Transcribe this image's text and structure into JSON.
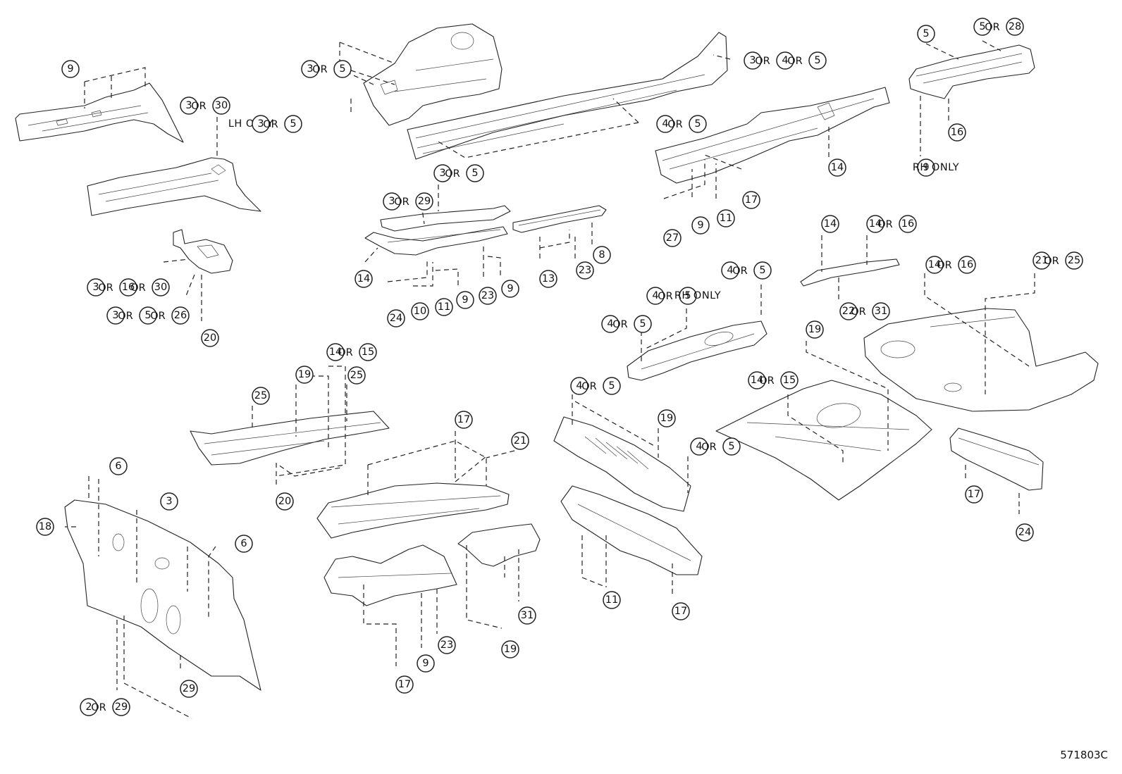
{
  "diagram_id": "571803C",
  "or_word": "OR",
  "callouts": [
    {
      "items": [
        "9"
      ]
    },
    {
      "items": [
        "3",
        "5"
      ]
    },
    {
      "prefix": "LH ONLY",
      "items": [
        "3",
        "5"
      ]
    },
    {
      "items": [
        "3",
        "30"
      ]
    },
    {
      "items": [
        "3",
        "4",
        "5"
      ]
    },
    {
      "items": [
        "4",
        "5"
      ]
    },
    {
      "items": [
        "5"
      ]
    },
    {
      "items": [
        "5",
        "28"
      ]
    },
    {
      "items": [
        "16"
      ]
    },
    {
      "items": [
        "9"
      ],
      "suffix": "RH ONLY"
    },
    {
      "items": [
        "14"
      ]
    },
    {
      "items": [
        "17"
      ]
    },
    {
      "items": [
        "27"
      ]
    },
    {
      "items": [
        "9"
      ]
    },
    {
      "items": [
        "11"
      ]
    },
    {
      "items": [
        "3",
        "5"
      ]
    },
    {
      "items": [
        "3",
        "29"
      ]
    },
    {
      "items": [
        "14"
      ]
    },
    {
      "items": [
        "24"
      ]
    },
    {
      "items": [
        "10"
      ]
    },
    {
      "items": [
        "11"
      ]
    },
    {
      "items": [
        "9"
      ]
    },
    {
      "items": [
        "23"
      ]
    },
    {
      "items": [
        "9"
      ]
    },
    {
      "items": [
        "13"
      ]
    },
    {
      "items": [
        "23"
      ]
    },
    {
      "items": [
        "8"
      ]
    },
    {
      "items": [
        "3",
        "16",
        "30"
      ]
    },
    {
      "items": [
        "3",
        "5",
        "26"
      ]
    },
    {
      "items": [
        "20"
      ]
    },
    {
      "items": [
        "14"
      ]
    },
    {
      "items": [
        "14",
        "16"
      ]
    },
    {
      "items": [
        "4",
        "5"
      ]
    },
    {
      "items": [
        "4",
        "5"
      ],
      "suffix": "RH ONLY"
    },
    {
      "items": [
        "4",
        "5"
      ]
    },
    {
      "items": [
        "22",
        "31"
      ]
    },
    {
      "items": [
        "14",
        "16"
      ]
    },
    {
      "items": [
        "21",
        "25"
      ]
    },
    {
      "items": [
        "19"
      ]
    },
    {
      "items": [
        "14",
        "15"
      ]
    },
    {
      "items": [
        "14",
        "15"
      ]
    },
    {
      "items": [
        "19"
      ]
    },
    {
      "items": [
        "25"
      ]
    },
    {
      "items": [
        "25"
      ]
    },
    {
      "items": [
        "20"
      ]
    },
    {
      "items": [
        "4",
        "5"
      ]
    },
    {
      "items": [
        "19"
      ]
    },
    {
      "items": [
        "4",
        "5"
      ]
    },
    {
      "items": [
        "17"
      ]
    },
    {
      "items": [
        "21"
      ]
    },
    {
      "items": [
        "17"
      ]
    },
    {
      "items": [
        "24"
      ]
    },
    {
      "items": [
        "6"
      ]
    },
    {
      "items": [
        "3"
      ]
    },
    {
      "items": [
        "18"
      ]
    },
    {
      "items": [
        "6"
      ]
    },
    {
      "items": [
        "29"
      ]
    },
    {
      "items": [
        "2",
        "29"
      ]
    },
    {
      "items": [
        "31"
      ]
    },
    {
      "items": [
        "19"
      ]
    },
    {
      "items": [
        "9"
      ]
    },
    {
      "items": [
        "23"
      ]
    },
    {
      "items": [
        "17"
      ]
    },
    {
      "items": [
        "11"
      ]
    },
    {
      "items": [
        "17"
      ]
    }
  ]
}
